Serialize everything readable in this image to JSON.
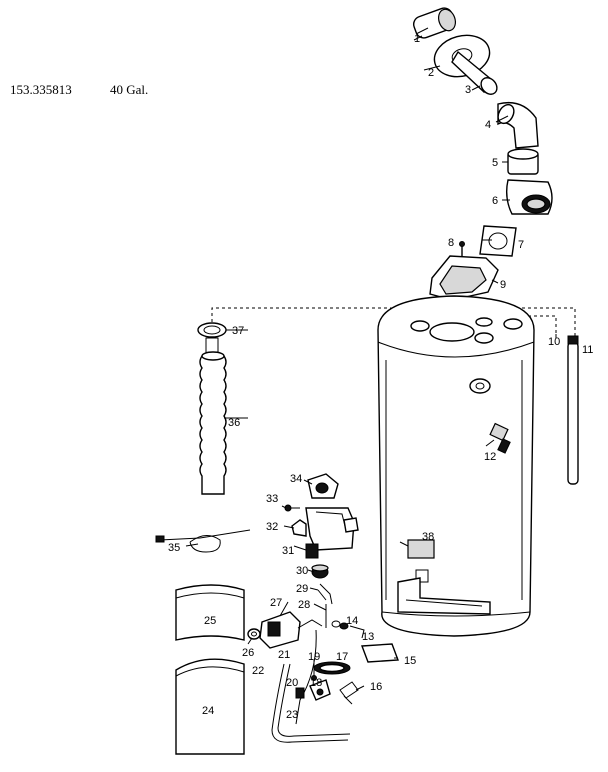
{
  "header": {
    "model_number": "153.335813",
    "capacity": "40 Gal."
  },
  "callouts": [
    "1",
    "2",
    "3",
    "4",
    "5",
    "6",
    "7",
    "8",
    "9",
    "10",
    "11",
    "12",
    "13",
    "14",
    "15",
    "16",
    "17",
    "18",
    "19",
    "20",
    "21",
    "22",
    "23",
    "24",
    "25",
    "26",
    "27",
    "28",
    "29",
    "30",
    "31",
    "32",
    "33",
    "34",
    "35",
    "36",
    "37",
    "38"
  ]
}
